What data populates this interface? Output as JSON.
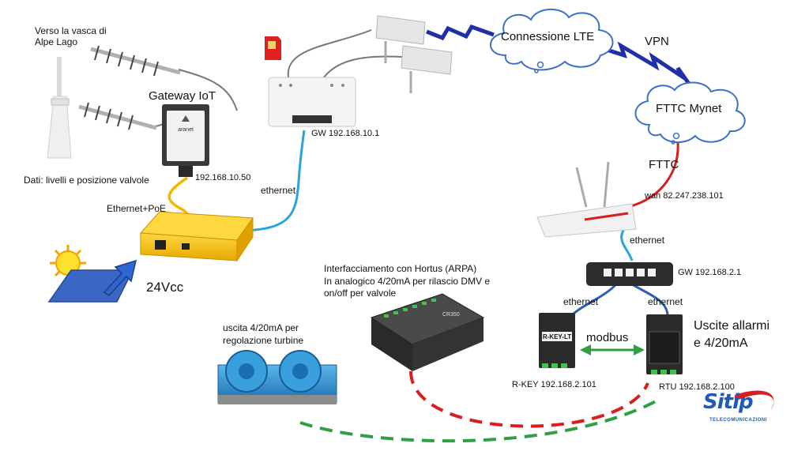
{
  "labels": {
    "antenna_target": "Verso la vasca di\nAlpe Lago",
    "gateway_iot": "Gateway IoT",
    "data_info": "Dati: livelli e posizione valvole",
    "gateway_ip": "192.168.10.50",
    "ethernet_poe": "Ethernet+PoE",
    "power": "24Vcc",
    "ethernet_router": "ethernet",
    "router_gw": "GW 192.168.10.1",
    "lte": "Connessione LTE",
    "vpn": "VPN",
    "fttc_mynet": "FTTC Mynet",
    "fttc": "FTTC",
    "wan": "wan 82.247.238.101",
    "ethernet_modem": "ethernet",
    "switch_gw": "GW 192.168.2.1",
    "ethernet_rkey": "ethernet",
    "ethernet_rtu": "ethernet",
    "hortus": "Interfacciamento con Hortus (ARPA)\nIn analogico 4/20mA per rilascio DMV e\non/off per valvole",
    "turbine": "uscita 4/20mA per\nregolazione turbine",
    "modbus": "modbus",
    "alarms": "Uscite allarmi\ne 4/20mA",
    "rkey": "R-KEY 192.168.2.101",
    "rtu": "RTU 192.168.2.100",
    "device_aranet": "aranet",
    "device_rkey": "R-KEY-LT",
    "device_cr": "CR350"
  },
  "logo": {
    "name": "Sitip",
    "subtitle": "TELECOMUNICAZIONI"
  },
  "colors": {
    "ethernet_blue": "#29a3dc",
    "poe_yellow": "#f5b800",
    "fttc_red": "#d81e1e",
    "vpn_blue": "#1f2fa8",
    "analog_red": "#d81e1e",
    "analog_green": "#2ea043",
    "modbus_green": "#2ea043",
    "logo_blue": "#1f5bb5"
  }
}
